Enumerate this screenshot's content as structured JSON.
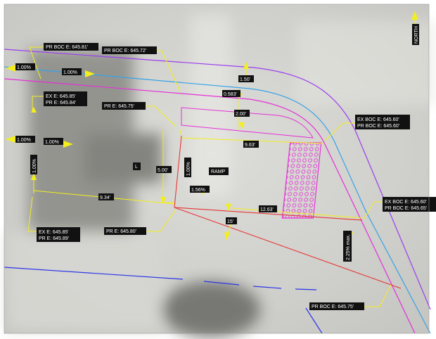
{
  "plan": {
    "north_label": "NORTH",
    "callouts": [
      {
        "id": "pr-boc-645-81",
        "lines": [
          "PR BOC E: 645.81'"
        ]
      },
      {
        "id": "pr-boc-645-72",
        "lines": [
          "PR BOC E: 645.72'"
        ]
      },
      {
        "id": "ex-pr-645-85-84",
        "lines": [
          "EX E: 645.85'",
          "PR E: 645.84'"
        ]
      },
      {
        "id": "pr-e-645-75",
        "lines": [
          "PR E: 645.75'"
        ]
      },
      {
        "id": "ex-pr-boc-645-60",
        "lines": [
          "EX BOC E: 645.60'",
          "PR BOC E: 645.60'"
        ]
      },
      {
        "id": "ex-pr-boc-645-60-65",
        "lines": [
          "EX BOC E: 645.60'",
          "PR BOC E: 645.65'"
        ]
      },
      {
        "id": "ex-pr-645-85-89",
        "lines": [
          "EX E: 645.85'",
          "PR E: 645.89'"
        ]
      },
      {
        "id": "pr-e-645-80",
        "lines": [
          "PR E: 645.80'"
        ]
      },
      {
        "id": "pr-boc-645-75",
        "lines": [
          "PR BOC E: 645.75'"
        ]
      }
    ],
    "dimensions": {
      "d150": "1.50'",
      "d0583": "0.583'",
      "d200": "2.00'",
      "d963": "9.63'",
      "d500": "5.00'",
      "d934": "9.34'",
      "d1263": "12.63'",
      "d15": "15'"
    },
    "slopes": {
      "s1": "1.00%",
      "s2": "1.00%",
      "s3": "1.00%",
      "s4": "1.00%",
      "s5_vertical": "1.00%",
      "s6_vertical": "1.00%",
      "s7": "1.56%",
      "s8_vertical": "2.25% max."
    },
    "labels": {
      "ramp": "RAMP",
      "l_marker": "L"
    },
    "colors": {
      "annotation": "#f2ef1c",
      "curb_magenta": "#e62fd8",
      "row_purple": "#9b3df0",
      "gutter_blue": "#36a3e8",
      "ramp_red": "#e63636",
      "property_blue": "#2b36e8",
      "label_bg": "#111111",
      "label_text": "#ffffff"
    }
  }
}
